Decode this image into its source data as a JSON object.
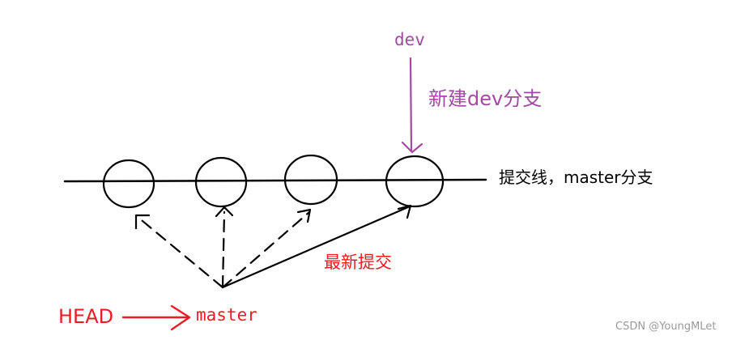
{
  "labels": {
    "dev": "dev",
    "dev_branch_note": "新建dev分支",
    "commit_line_note": "提交线，master分支",
    "latest_commit": "最新提交",
    "head": "HEAD",
    "master": "master",
    "watermark": "CSDN @YoungMLet"
  },
  "colors": {
    "purple": "#a349a4",
    "red": "#ed1c24",
    "black": "#000000",
    "watermark": "#9a9a9a"
  },
  "commits": [
    "commit-1",
    "commit-2",
    "commit-3",
    "commit-4"
  ]
}
